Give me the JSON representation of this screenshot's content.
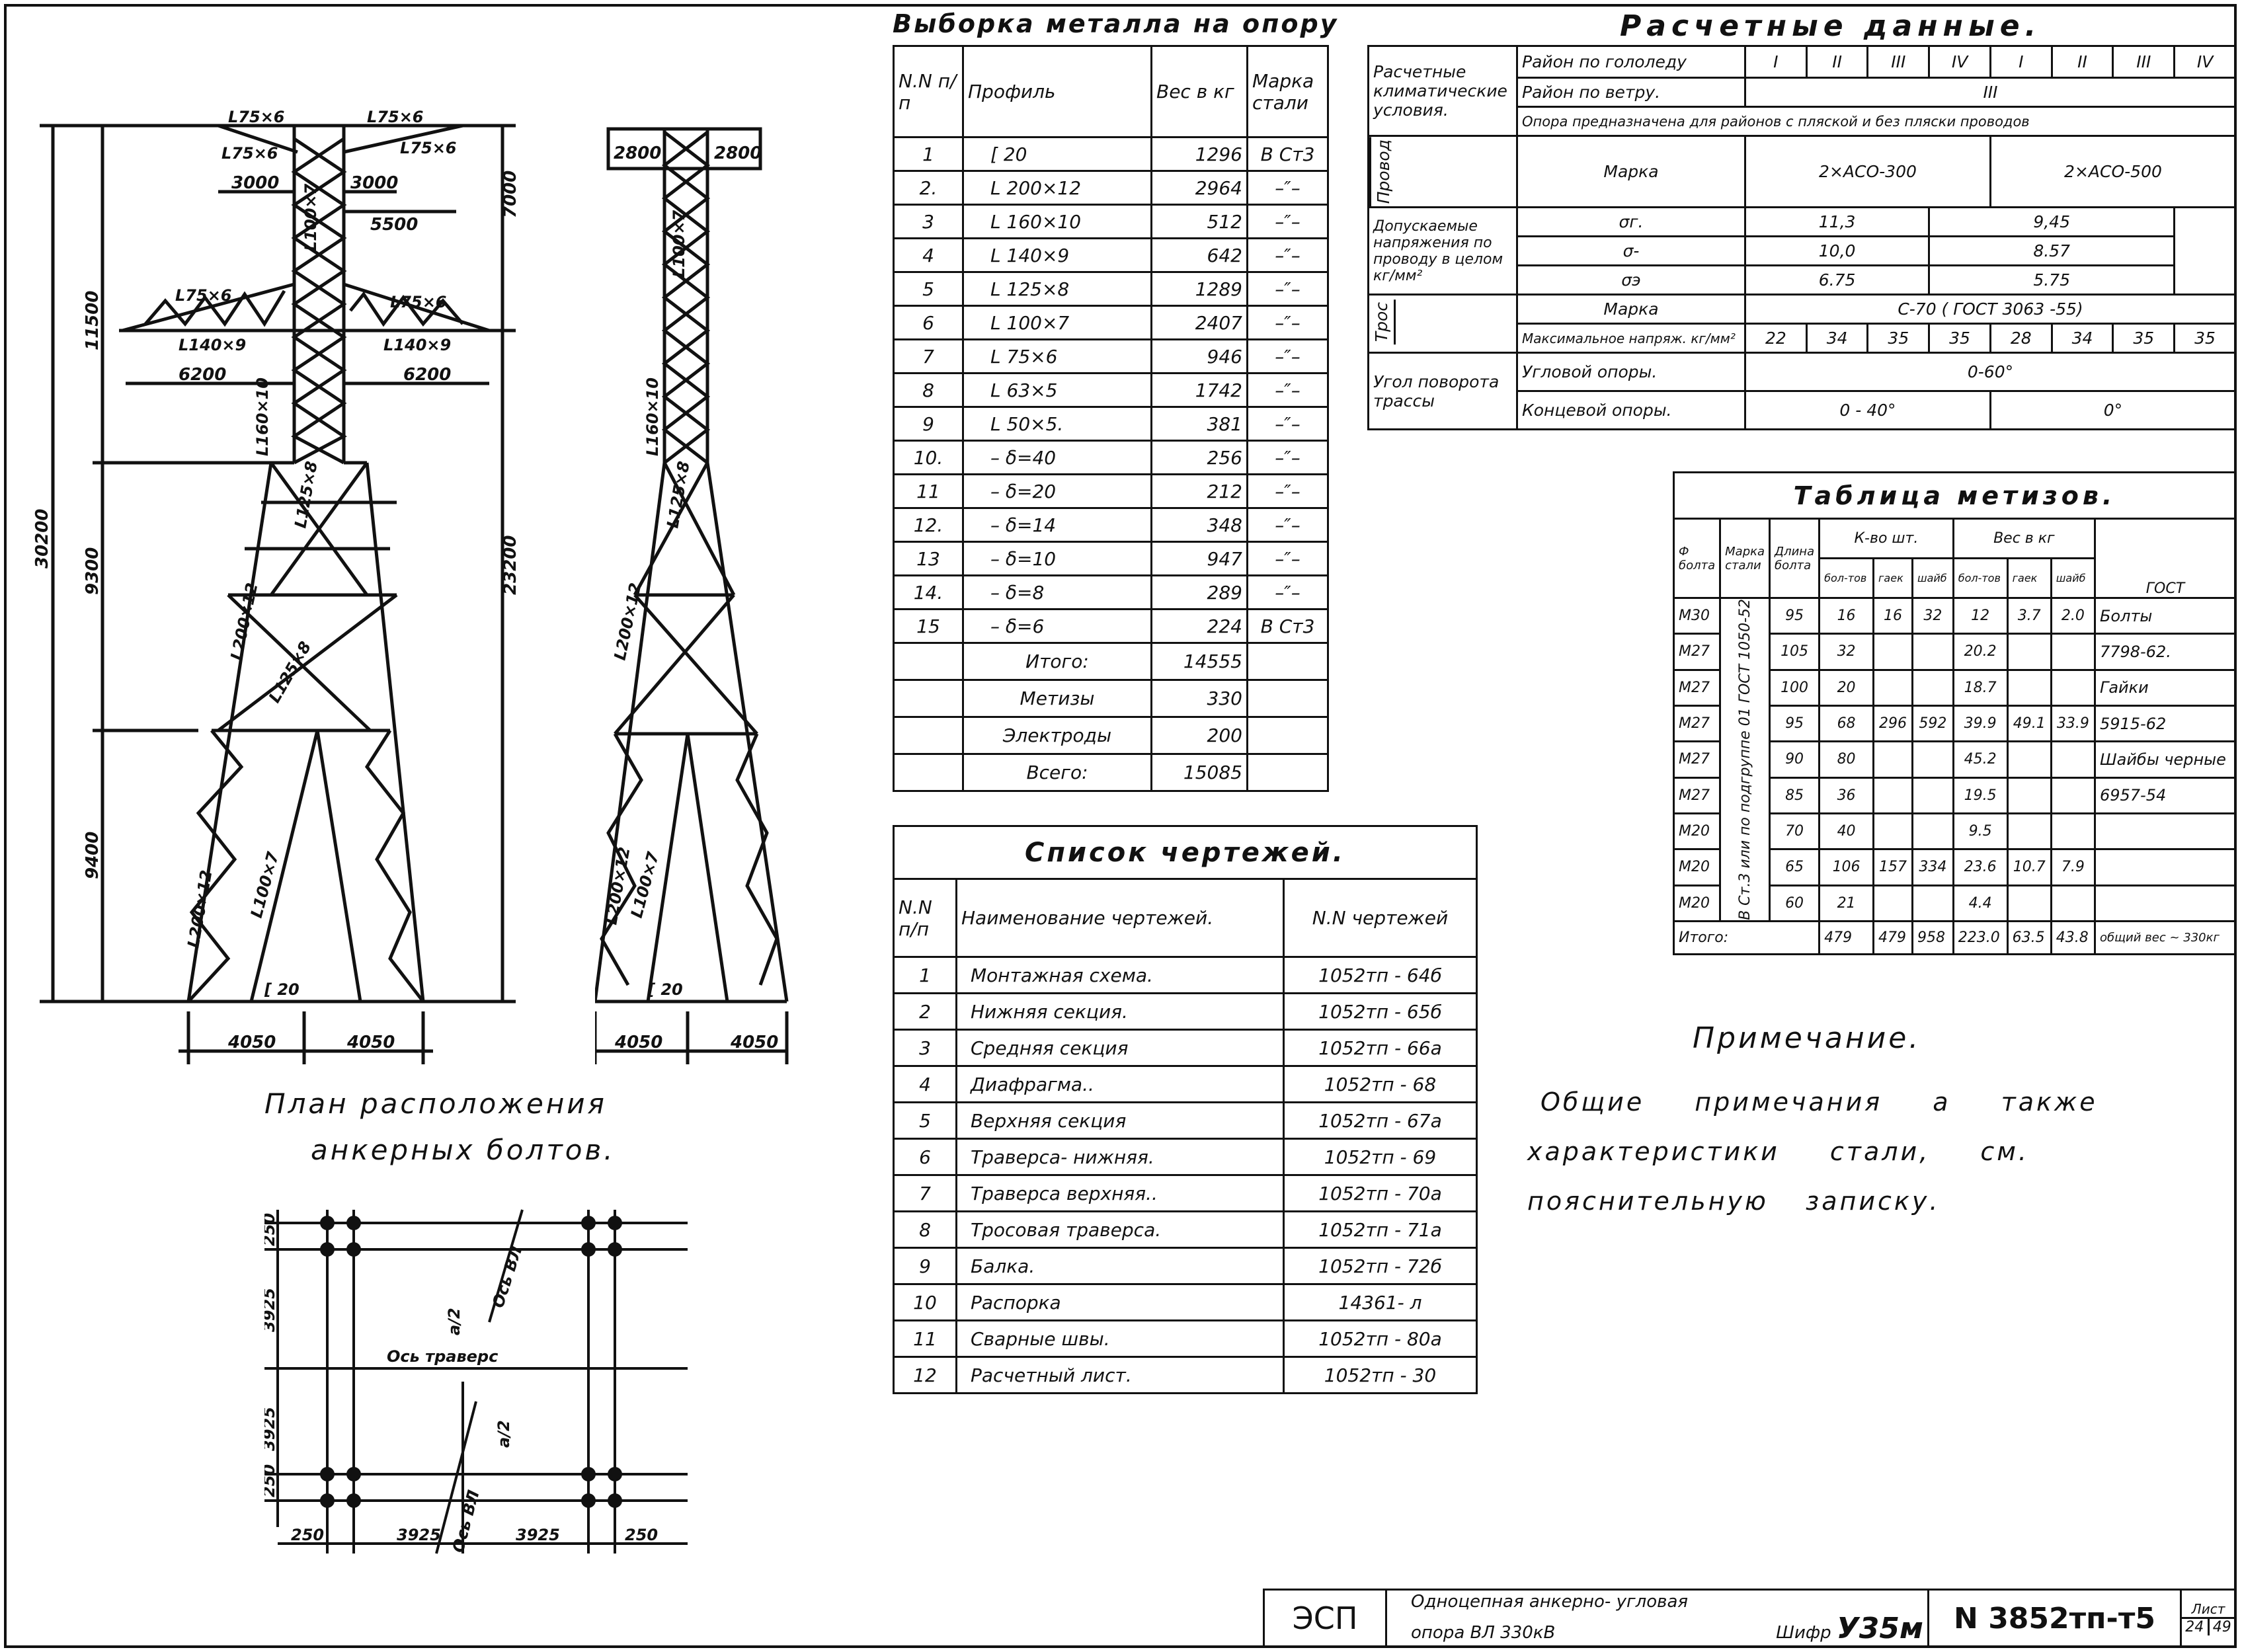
{
  "tower": {
    "dims": {
      "total": "30200",
      "top_section": "11500",
      "mid_section": "9300",
      "bottom_section": "9400",
      "right_side_total": "23200",
      "top_right": "7000",
      "arm_3000_l": "3000",
      "arm_3000_r": "3000",
      "arm_5500": "5500",
      "arm_6200_l": "6200",
      "arm_6200_r": "6200",
      "base_l": "4050",
      "base_r": "4050",
      "side_base_l": "4050",
      "side_base_r": "4050",
      "side_top_l": "2800",
      "side_top_r": "2800"
    },
    "labels": {
      "top_left": "L75×6",
      "top_right": "L75×6",
      "top_mid_l": "L75×6",
      "top_mid_r": "L75×6",
      "col_top": "L100×7",
      "mid_l": "L75×6",
      "mid_r": "L75×6",
      "arm_l": "L140×9",
      "arm_r": "L140×9",
      "col_mid": "L160×10",
      "col_mid2": "L125×8",
      "leg_up": "L200×12",
      "leg_diag": "L125×8",
      "leg_low": "L200×12",
      "leg_low_diag": "L100×7",
      "base_channel": "[ 20",
      "side_top": "L100×7",
      "side_mid": "L160×10",
      "side_mid2": "L125×8",
      "side_leg": "L200×12",
      "side_leg_low": "L200×12",
      "side_diag_low": "L100×7",
      "side_channel": "[ 20"
    }
  },
  "bolt_plan": {
    "title_line1": "План расположения",
    "title_line2": "анкерных болтов.",
    "dim_250_top": "250",
    "dim_3925_a": "3925",
    "dim_3925_b": "3925",
    "dim_250_bot": "250",
    "bottom_250_l": "250",
    "bottom_3925_l": "3925",
    "bottom_3925_r": "3925",
    "bottom_250_r": "250",
    "axis_traverse": "Ось траверс",
    "axis_vl_top": "Ось ВЛ",
    "axis_vl_bot": "Ось ВЛ",
    "angle_top": "a/2",
    "angle_bot": "a/2"
  },
  "metal_table": {
    "title": "Выборка металла на опору",
    "headers": [
      "N.N п/п",
      "Профиль",
      "Вес в кг",
      "Марка стали"
    ],
    "rows": [
      [
        "1",
        "[ 20",
        "1296",
        "B Cт3"
      ],
      [
        "2.",
        "L 200×12",
        "2964",
        "–″–"
      ],
      [
        "3",
        "L 160×10",
        "512",
        "–″–"
      ],
      [
        "4",
        "L 140×9",
        "642",
        "–″–"
      ],
      [
        "5",
        "L 125×8",
        "1289",
        "–″–"
      ],
      [
        "6",
        "L 100×7",
        "2407",
        "–″–"
      ],
      [
        "7",
        "L 75×6",
        "946",
        "–″–"
      ],
      [
        "8",
        "L 63×5",
        "1742",
        "–″–"
      ],
      [
        "9",
        "L 50×5.",
        "381",
        "–″–"
      ],
      [
        "10.",
        "– δ=40",
        "256",
        "–″–"
      ],
      [
        "11",
        "– δ=20",
        "212",
        "–″–"
      ],
      [
        "12.",
        "– δ=14",
        "348",
        "–″–"
      ],
      [
        "13",
        "– δ=10",
        "947",
        "–″–"
      ],
      [
        "14.",
        "– δ=8",
        "289",
        "–″–"
      ],
      [
        "15",
        "– δ=6",
        "224",
        "B Cт3"
      ]
    ],
    "totals": [
      [
        "Итого:",
        "14555"
      ],
      [
        "Метизы",
        "330"
      ],
      [
        "Электроды",
        "200"
      ],
      [
        "Всего:",
        "15085"
      ]
    ]
  },
  "drawings_list": {
    "title": "Список чертежей.",
    "headers": [
      "N.N п/п",
      "Наименование чертежей.",
      "N.N чертежей"
    ],
    "rows": [
      [
        "1",
        "Монтажная схема.",
        "1052тп - 64б"
      ],
      [
        "2",
        "Нижняя секция.",
        "1052тп - 65б"
      ],
      [
        "3",
        "Средняя секция",
        "1052тп - 66а"
      ],
      [
        "4",
        "Диафрагма..",
        "1052тп - 68"
      ],
      [
        "5",
        "Верхняя секция",
        "1052тп - 67а"
      ],
      [
        "6",
        "Траверса- нижняя.",
        "1052тп - 69"
      ],
      [
        "7",
        "Траверса верхняя..",
        "1052тп - 70а"
      ],
      [
        "8",
        "Тросовая траверса.",
        "1052тп - 71а"
      ],
      [
        "9",
        "Балка.",
        "1052тп - 72б"
      ],
      [
        "10",
        "Распорка",
        "14361- л"
      ],
      [
        "11",
        "Сварные швы.",
        "1052тп - 80а"
      ],
      [
        "12",
        "Расчетный лист.",
        "1052тп - 30"
      ]
    ]
  },
  "calc_data": {
    "title": "Расчетные данные.",
    "climatic_label": "Расчетные климатические условия.",
    "ice_label": "Район по гололеду",
    "ice_values": [
      "I",
      "II",
      "III",
      "IV",
      "I",
      "II",
      "III",
      "IV"
    ],
    "wind_label": "Район по ветру.",
    "wind_value": "III",
    "note_label": "Опора предназначена для районов с пляской и без пляски проводов",
    "wire_group": "Провод",
    "brand_label": "Марка",
    "brand_a": "2×АСО-300",
    "brand_b": "2×АСО-500",
    "stress_label": "Допускаемые напряжения по проводу в целом кг/мм²",
    "stress_rows": [
      [
        "σг.",
        "11,3",
        "9,45"
      ],
      [
        "σ-",
        "10,0",
        "8.57"
      ],
      [
        "σэ",
        "6.75",
        "5.75"
      ]
    ],
    "cable_group": "Трос",
    "cable_brand_label": "Марка",
    "cable_brand": "С-70 ( ГОСТ 3063 -55)",
    "max_stress_label": "Максимальное напряж. кг/мм²",
    "max_stress": [
      "22",
      "34",
      "35",
      "35",
      "28",
      "34",
      "35",
      "35"
    ],
    "angle_label": "Угол поворота трассы",
    "angle_corner_label": "Угловой опоры.",
    "angle_corner_value": "0-60°",
    "angle_end_label": "Концевой опоры.",
    "angle_end_a": "0 - 40°",
    "angle_end_b": "0°"
  },
  "hardware_table": {
    "title": "Таблица метизов.",
    "headers": {
      "diam": "Ф болта",
      "steel": "Марка стали",
      "length": "Длина болта",
      "count": "К-во шт.",
      "count_bolts": "бол-тов",
      "count_nuts": "гаек",
      "count_washers": "шайб",
      "weight": "Вес в кг",
      "w_bolts": "бол-тов",
      "w_nuts": "гаек",
      "w_washers": "шайб",
      "gost": "ГОСТ"
    },
    "steel_note": "В Ст.3 или по подгруппе 01 ГОСТ 1050-52",
    "rows": [
      [
        "М30",
        "95",
        "16",
        "16",
        "32",
        "12",
        "3.7",
        "2.0"
      ],
      [
        "М27",
        "105",
        "32",
        "",
        "",
        "20.2",
        "",
        ""
      ],
      [
        "М27",
        "100",
        "20",
        "",
        "",
        "18.7",
        "",
        ""
      ],
      [
        "М27",
        "95",
        "68",
        "296",
        "592",
        "39.9",
        "49.1",
        "33.9"
      ],
      [
        "М27",
        "90",
        "80",
        "",
        "",
        "45.2",
        "",
        ""
      ],
      [
        "М27",
        "85",
        "36",
        "",
        "",
        "19.5",
        "",
        ""
      ],
      [
        "М20",
        "70",
        "40",
        "",
        "",
        "9.5",
        "",
        ""
      ],
      [
        "М20",
        "65",
        "106",
        "157",
        "334",
        "23.6",
        "10.7",
        "7.9"
      ],
      [
        "М20",
        "60",
        "21",
        "",
        "",
        "4.4",
        "",
        ""
      ]
    ],
    "gost_bolts": "Болты",
    "gost_bolts_no": "7798-62.",
    "gost_nuts": "Гайки",
    "gost_nuts_no": "5915-62",
    "gost_washers": "Шайбы черные",
    "gost_washers_no": "6957-54",
    "total_label": "Итого:",
    "totals": [
      "479",
      "479",
      "958",
      "223.0",
      "63.5",
      "43.8"
    ],
    "total_weight": "общий вес ~ 330кг"
  },
  "notes": {
    "title": "Примечание.",
    "line1": "Общие примечания а также",
    "line2": "характеристики стали, см.",
    "line3": "пояснительную записку."
  },
  "stamp": {
    "code": "ЭСП",
    "desc1": "Одноцепная анкерно- угловая",
    "desc2": "опора ВЛ 330кВ",
    "cipher_label": "Шифр",
    "cipher": "У35м",
    "number": "N 3852тп-т5",
    "sheet_label": "Лист",
    "sheet": "24",
    "sheets": "49"
  }
}
